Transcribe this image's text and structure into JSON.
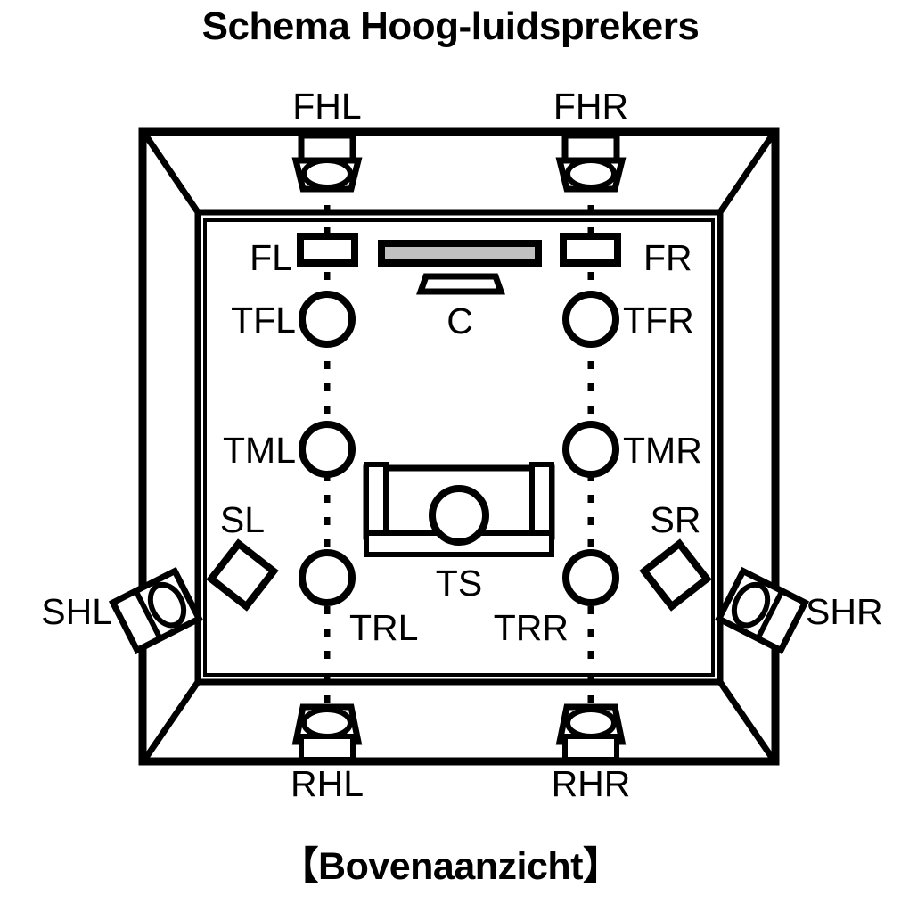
{
  "title": "Schema Hoog-luidsprekers",
  "caption": "【Bovenaanzicht】",
  "view": "top-view",
  "colors": {
    "line": "#000000",
    "background": "#ffffff",
    "screen_fill": "#c0c0c0"
  },
  "labels": {
    "fhl": "FHL",
    "fhr": "FHR",
    "fl": "FL",
    "fr": "FR",
    "tfl": "TFL",
    "tfr": "TFR",
    "c": "C",
    "tml": "TML",
    "tmr": "TMR",
    "sl": "SL",
    "sr": "SR",
    "shl": "SHL",
    "shr": "SHR",
    "trl": "TRL",
    "trr": "TRR",
    "ts": "TS",
    "rhl": "RHL",
    "rhr": "RHR"
  },
  "speakers": [
    {
      "id": "fhl",
      "label": "FHL",
      "type": "front-height-left",
      "shape": "wall-mounted-trapezoid",
      "wall": "top"
    },
    {
      "id": "fhr",
      "label": "FHR",
      "type": "front-height-right",
      "shape": "wall-mounted-trapezoid",
      "wall": "top"
    },
    {
      "id": "fl",
      "label": "FL",
      "type": "front-left",
      "shape": "rectangle",
      "wall": "front"
    },
    {
      "id": "fr",
      "label": "FR",
      "type": "front-right",
      "shape": "rectangle",
      "wall": "front"
    },
    {
      "id": "c",
      "label": "C",
      "type": "center",
      "shape": "trapezoid",
      "wall": "front"
    },
    {
      "id": "tfl",
      "label": "TFL",
      "type": "top-front-left",
      "shape": "circle",
      "wall": "ceiling"
    },
    {
      "id": "tfr",
      "label": "TFR",
      "type": "top-front-right",
      "shape": "circle",
      "wall": "ceiling"
    },
    {
      "id": "tml",
      "label": "TML",
      "type": "top-middle-left",
      "shape": "circle",
      "wall": "ceiling"
    },
    {
      "id": "tmr",
      "label": "TMR",
      "type": "top-middle-right",
      "shape": "circle",
      "wall": "ceiling"
    },
    {
      "id": "trl",
      "label": "TRL",
      "type": "top-rear-left",
      "shape": "circle",
      "wall": "ceiling"
    },
    {
      "id": "trr",
      "label": "TRR",
      "type": "top-rear-right",
      "shape": "circle",
      "wall": "ceiling"
    },
    {
      "id": "sl",
      "label": "SL",
      "type": "surround-left",
      "shape": "diamond",
      "wall": "side"
    },
    {
      "id": "sr",
      "label": "SR",
      "type": "surround-right",
      "shape": "diamond",
      "wall": "side"
    },
    {
      "id": "shl",
      "label": "SHL",
      "type": "surround-height-left",
      "shape": "tilted-box",
      "wall": "left"
    },
    {
      "id": "shr",
      "label": "SHR",
      "type": "surround-height-right",
      "shape": "tilted-box",
      "wall": "right"
    },
    {
      "id": "rhl",
      "label": "RHL",
      "type": "rear-height-left",
      "shape": "wall-mounted-trapezoid",
      "wall": "bottom"
    },
    {
      "id": "rhr",
      "label": "RHR",
      "type": "rear-height-right",
      "shape": "wall-mounted-trapezoid",
      "wall": "bottom"
    }
  ],
  "furniture": [
    {
      "id": "ts",
      "label": "TS",
      "type": "sofa-listening-position",
      "shape": "couch-with-head-circle"
    },
    {
      "id": "screen",
      "label": "",
      "type": "display-screen",
      "shape": "filled-bar"
    }
  ]
}
